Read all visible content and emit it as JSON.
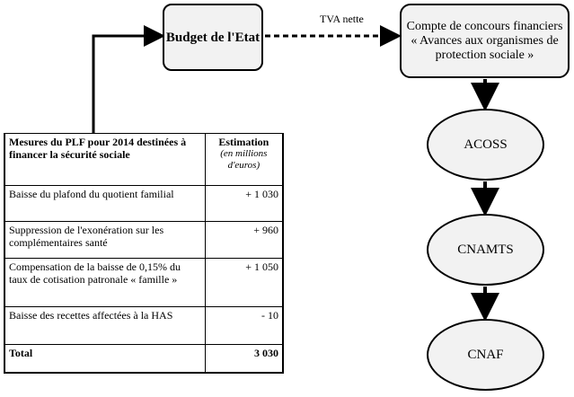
{
  "nodes": {
    "budget": "Budget de l'Etat",
    "compte": "Compte de concours financiers « Avances aux organismes de protection sociale »",
    "acoss": "ACOSS",
    "cnamts": "CNAMTS",
    "cnaf": "CNAF"
  },
  "edges": {
    "tva_label": "TVA nette"
  },
  "table": {
    "header_measure": "Mesures du PLF pour 2014 destinées à financer la sécurité sociale",
    "header_estimation": "Estimation",
    "header_unit": "(en millions d'euros)",
    "rows": [
      {
        "label": "Baisse du plafond du quotient familial",
        "value": "+ 1 030"
      },
      {
        "label": "Suppression de l'exonération sur les complémentaires santé",
        "value": "+ 960"
      },
      {
        "label": "Compensation de la baisse de 0,15% du taux de cotisation patronale « famille »",
        "value": "+ 1 050"
      },
      {
        "label": "Baisse des recettes affectées à la HAS",
        "value": "- 10"
      }
    ],
    "total_label": "Total",
    "total_value": "3 030"
  }
}
